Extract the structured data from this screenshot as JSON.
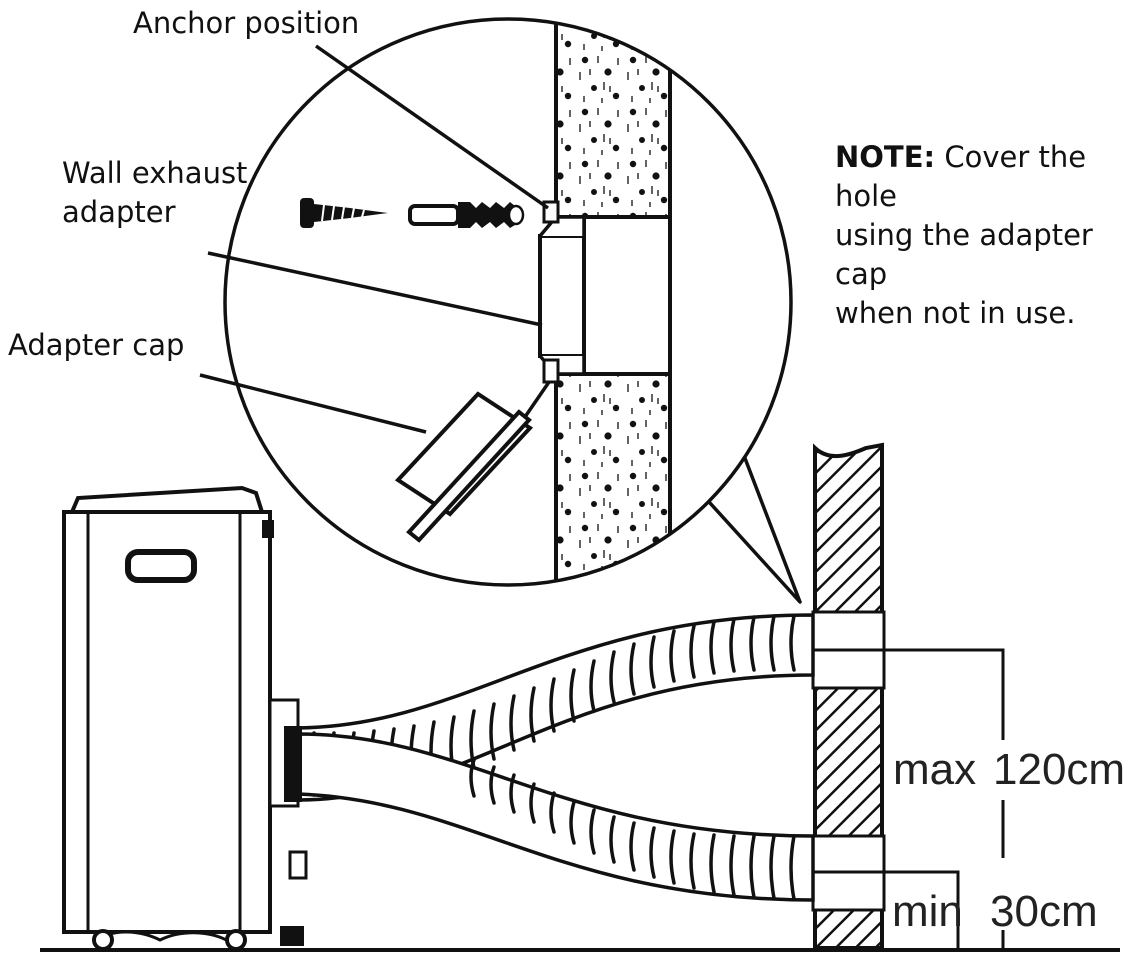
{
  "labels": {
    "anchor_position": "Anchor position",
    "wall_exhaust_line1": "Wall exhaust",
    "wall_exhaust_line2": "adapter",
    "adapter_cap": "Adapter cap"
  },
  "note": {
    "heading": "NOTE:",
    "text_line1": " Cover the hole",
    "text_line2": "using the adapter cap",
    "text_line3": "when not in use."
  },
  "measurements": {
    "max_word": "max",
    "max_value": "120cm",
    "min_word": "min",
    "min_value": "30cm"
  },
  "colors": {
    "line": "#111111",
    "background": "#ffffff"
  }
}
